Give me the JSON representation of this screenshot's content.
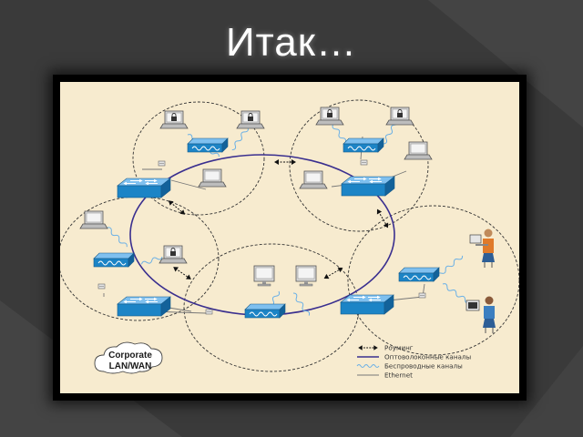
{
  "slide": {
    "title": "Итак…"
  },
  "diagram": {
    "cloud_lines": [
      "Corporate",
      "LAN/WAN"
    ],
    "legend": [
      {
        "kind": "roaming",
        "label": "Роуминг"
      },
      {
        "kind": "fiber",
        "label": "Оптоволоконные каналы"
      },
      {
        "kind": "wireless",
        "label": "Беспроводные каналы"
      },
      {
        "kind": "ethernet",
        "label": "Ethernet"
      }
    ],
    "colors": {
      "background": "#3a3a3a",
      "figure": "#f7ebcf",
      "switch": "#1c84c6",
      "fiber": "#3a2f8f",
      "wireless": "#6ab0e6"
    }
  }
}
